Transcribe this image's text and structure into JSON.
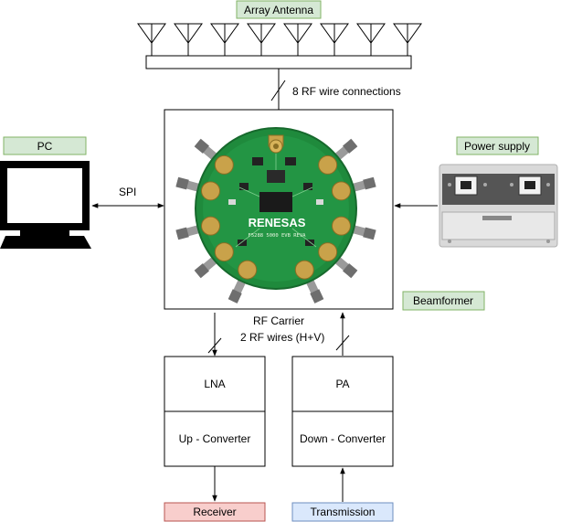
{
  "labels": {
    "array_antenna": "Array Antenna",
    "rf_connections": "8 RF wire connections",
    "pc": "PC",
    "spi": "SPI",
    "power_supply": "Power supply",
    "beamformer": "Beamformer",
    "rf_carrier": "RF Carrier",
    "rf_wires": "2 RF wires (H+V)",
    "lna": "LNA",
    "up_converter": "Up - Converter",
    "pa": "PA",
    "down_converter": "Down - Converter",
    "receiver": "Receiver",
    "transmission": "Transmission"
  },
  "board": {
    "brand": "RENESAS",
    "part": "F5288 5000 EVB REVA"
  },
  "icons": {
    "antenna": "antenna-icon",
    "monitor": "monitor-icon",
    "power_supply": "power-supply-icon",
    "beamformer_board": "beamformer-board-image"
  },
  "colors": {
    "green_fill": "#d5e8d4",
    "green_stroke": "#82b366",
    "red_fill": "#f8cecc",
    "red_stroke": "#b85450",
    "blue_fill": "#dae8fc",
    "blue_stroke": "#6c8ebf",
    "pcb_green": "#1f8a3c",
    "gold": "#c9a24a"
  }
}
